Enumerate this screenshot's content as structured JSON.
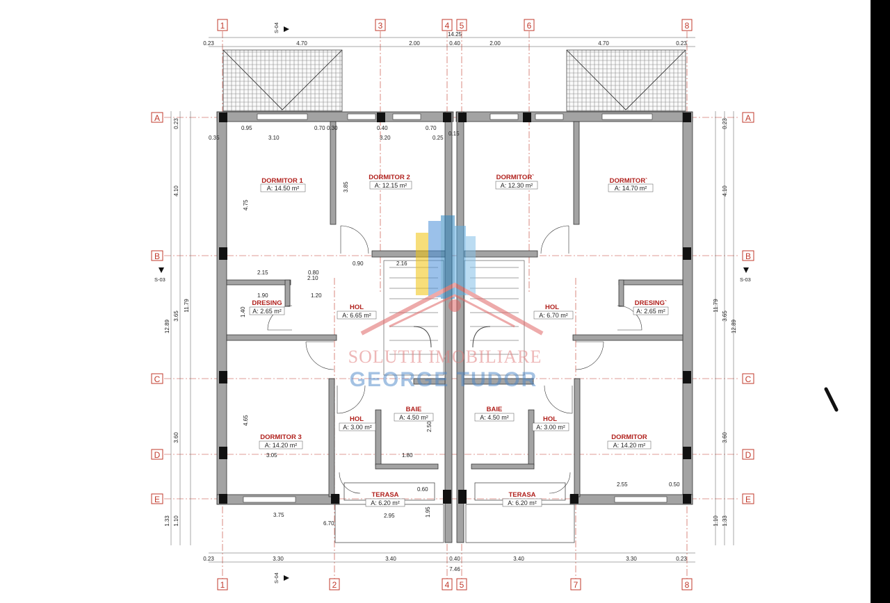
{
  "plan": {
    "axes_top": [
      "1",
      "3",
      "4",
      "5",
      "6",
      "8"
    ],
    "axes_bottom": [
      "1",
      "2",
      "4",
      "5",
      "7",
      "8"
    ],
    "axes_rows": [
      "A",
      "B",
      "C",
      "D",
      "E"
    ],
    "total_width": "14.25",
    "total_width_bottom": "7.46",
    "section_top": "S-04",
    "section_bottom": "S-04",
    "section_left": "S-03",
    "section_right": "S-03",
    "dims_top": [
      "0.23",
      "4.70",
      "2.00",
      "0.40",
      "2.00",
      "4.70",
      "0.23"
    ],
    "dims_bottom": [
      "0.23",
      "3.30",
      "3.40",
      "0.40",
      "3.40",
      "3.30",
      "0.23"
    ],
    "dims_left": [
      "0.23",
      "4.10",
      "3.65",
      "3.60",
      "1.10",
      "1.33",
      "12.89",
      "11.79"
    ],
    "dims_right": [
      "0.23",
      "4.10",
      "3.65",
      "3.60",
      "1.10",
      "1.33",
      "12.89",
      "11.79"
    ],
    "misc_dims": [
      "0.95",
      "0.70",
      "0.30",
      "0.35",
      "0.40",
      "0.70",
      "0.15",
      "0.25",
      "3.10",
      "3.20",
      "3.85",
      "4.75",
      "2.15",
      "2.10",
      "0.80",
      "0.90",
      "1.90",
      "1.20",
      "1.40",
      "2.16",
      "1.80",
      "2.50",
      "0.60",
      "2.95",
      "1.95",
      "3.75",
      "6.70",
      "3.05",
      "4.65",
      "2.55",
      "0.50"
    ]
  },
  "rooms": [
    {
      "name": "DORMITOR 1",
      "area": "A: 14.50 m²"
    },
    {
      "name": "DORMITOR 2",
      "area": "A: 12.15 m²"
    },
    {
      "name": "DORMITOR`",
      "area": "A: 12.30 m²"
    },
    {
      "name": "DORMITOR`",
      "area": "A: 14.70 m²"
    },
    {
      "name": "DRESING",
      "area": "A: 2.65 m²"
    },
    {
      "name": "HOL",
      "area": "A: 6.65 m²"
    },
    {
      "name": "HOL",
      "area": "A: 6.70 m²"
    },
    {
      "name": "DRESING`",
      "area": "A: 2.65 m²"
    },
    {
      "name": "DORMITOR 3",
      "area": "A: 14.20 m²"
    },
    {
      "name": "HOL",
      "area": "A: 3.00 m²"
    },
    {
      "name": "BAIE",
      "area": "A: 4.50 m²"
    },
    {
      "name": "BAIE",
      "area": "A: 4.50 m²"
    },
    {
      "name": "HOL",
      "area": "A: 3.00 m²"
    },
    {
      "name": "DORMITOR",
      "area": "A: 14.20 m²"
    },
    {
      "name": "TERASA",
      "area": "A: 6.20 m²"
    },
    {
      "name": "TERASA",
      "area": "A: 6.20 m²"
    }
  ],
  "watermark": {
    "line1": "SOLUTII IMOBILIARE",
    "line2": "GEORGE TUDOR"
  },
  "colors": {
    "axis": "#c0392b",
    "wall": "#9a9a9a",
    "column": "#111111",
    "watermark_red": "#e07b7b",
    "watermark_blue": "#4a86c7"
  }
}
